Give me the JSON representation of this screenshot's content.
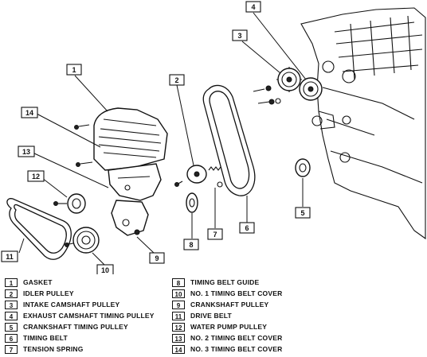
{
  "callouts": [
    "1",
    "2",
    "3",
    "4",
    "5",
    "6",
    "7",
    "8",
    "9",
    "10",
    "11",
    "12",
    "13",
    "14"
  ],
  "legend": {
    "left": [
      {
        "num": "1",
        "label": "GASKET"
      },
      {
        "num": "2",
        "label": "IDLER PULLEY"
      },
      {
        "num": "3",
        "label": "INTAKE CAMSHAFT PULLEY"
      },
      {
        "num": "4",
        "label": "EXHAUST CAMSHAFT TIMING PULLEY"
      },
      {
        "num": "5",
        "label": "CRANKSHAFT TIMING PULLEY"
      },
      {
        "num": "6",
        "label": "TIMING BELT"
      },
      {
        "num": "7",
        "label": "TENSION SPRING"
      }
    ],
    "right": [
      {
        "num": "8",
        "label": "TIMING BELT GUIDE"
      },
      {
        "num": "10",
        "label": "NO. 1 TIMING BELT COVER"
      },
      {
        "num": "9",
        "label": "CRANKSHAFT PULLEY"
      },
      {
        "num": "11",
        "label": "DRIVE BELT"
      },
      {
        "num": "12",
        "label": "WATER PUMP PULLEY"
      },
      {
        "num": "13",
        "label": "NO. 2 TIMING BELT COVER"
      },
      {
        "num": "14",
        "label": "NO. 3 TIMING BELT COVER"
      }
    ]
  }
}
